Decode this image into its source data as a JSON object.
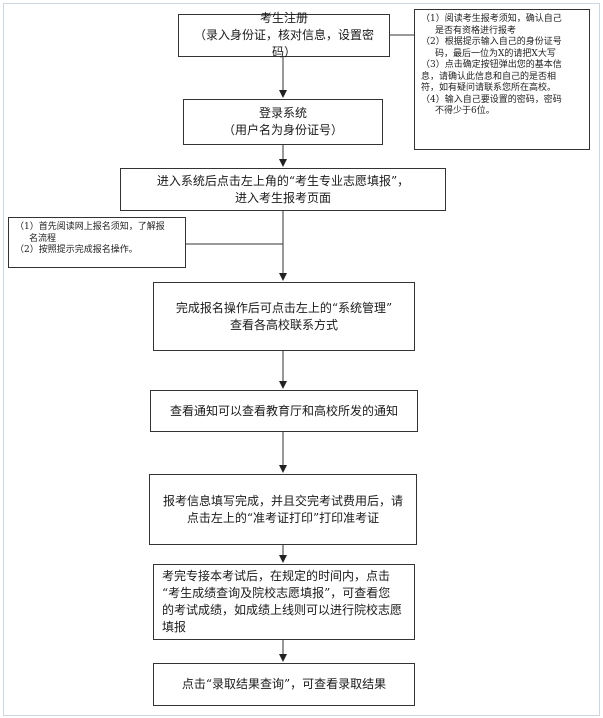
{
  "steps": [
    {
      "title": "考生注册",
      "detail": "（录入身份证，核对信息，设置密码）"
    },
    {
      "title": "登录系统",
      "detail": "（用户名为身份证号）"
    },
    {
      "line1": "进入系统后点击左上角的“考生专业志愿填报”，",
      "line2": "进入考生报考页面"
    },
    {
      "line1": "完成报名操作后可点击左上的“系统管理”",
      "line2": "查看各高校联系方式"
    },
    {
      "text": "查看通知可以查看教育厅和高校所发的通知"
    },
    {
      "line1": "报考信息填写完成，并且交完考试费用后，请",
      "line2": "点击左上的“准考证打印”打印准考证"
    },
    {
      "line1": "考完专接本考试后，在规定的时间内，点击",
      "line2": "“考生成绩查询及院校志愿填报”，可查看您",
      "line3": "的考试成绩，如成绩上线则可以进行院校志愿",
      "line4": "填报"
    },
    {
      "text": "点击“录取结果查询”，可查看录取结果"
    }
  ],
  "notes": {
    "right": {
      "item1_a": "（1）阅读考生报考须知，确认自己",
      "item1_b": "是否有资格进行报考",
      "item2_a": "（2）根据提示输入自己的身份证号",
      "item2_b": "码，最后一位为X的请把X大写",
      "item3_a": "（3）点击确定按钮弹出您的基本信",
      "item3_b": "息，请确认此信息和自己的是否相",
      "item3_c": "符，如有疑问请联系您所在高校。",
      "item4_a": "（4）输入自己要设置的密码，密码",
      "item4_b": "不得少于6位。"
    },
    "left": {
      "item1_a": "（1）首先阅读网上报名须知，了解报",
      "item1_b": "名流程",
      "item2": "（2）按照提示完成报名操作。"
    }
  }
}
